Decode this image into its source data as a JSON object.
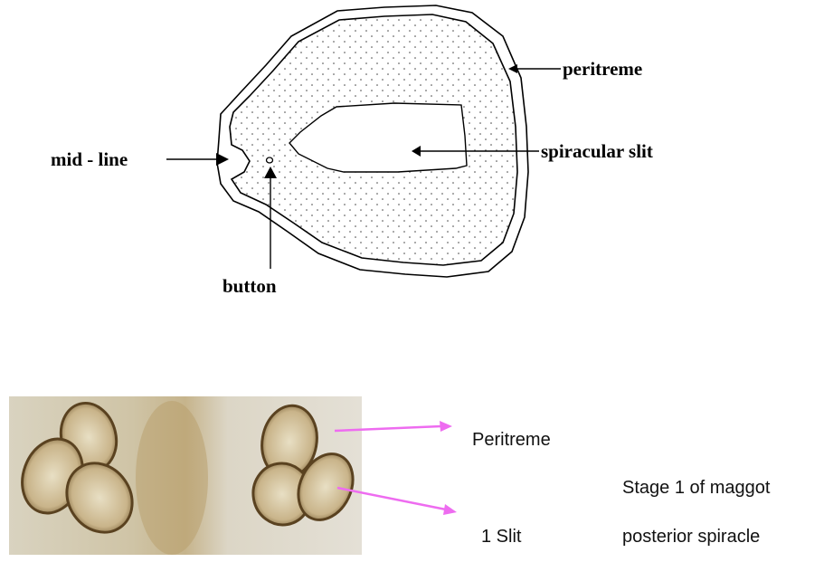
{
  "diagram": {
    "labels": {
      "peritreme": "peritreme",
      "spiracular_slit": "spiracular slit",
      "mid_line": "mid - line",
      "button": "button"
    }
  },
  "photo": {
    "labels": {
      "peritreme": "Peritreme",
      "slit": "1 Slit"
    },
    "caption": {
      "line1": "Stage 1 of maggot",
      "line2": "posterior spiracle"
    },
    "arrow_color": "#ee6cf0"
  }
}
